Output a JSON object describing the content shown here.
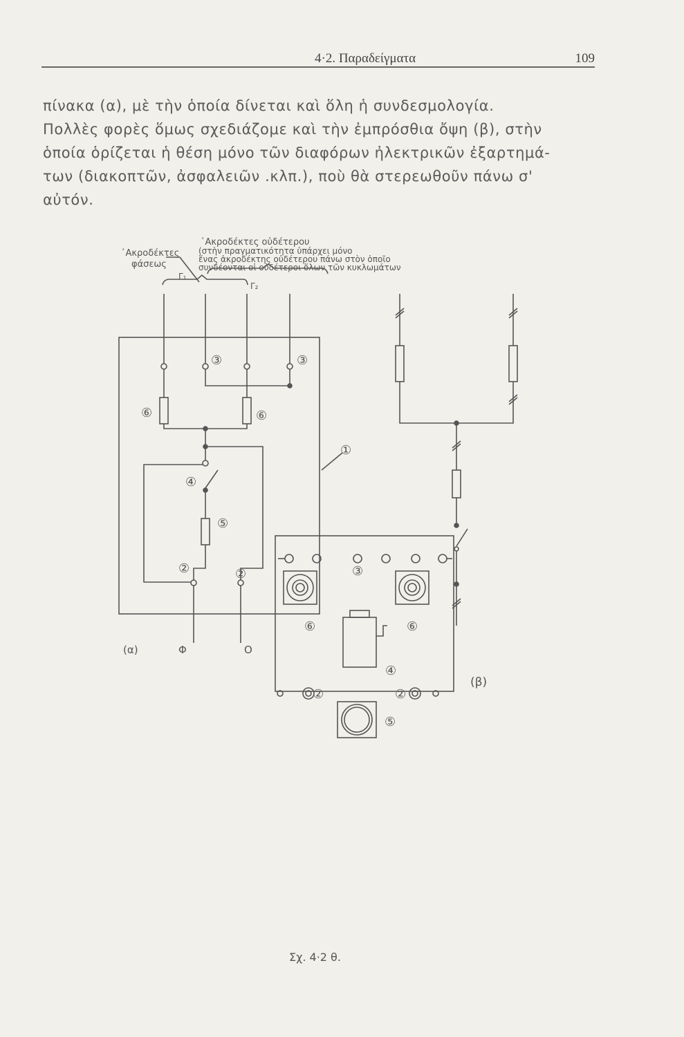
{
  "header": {
    "section_title": "4·2. Παραδείγματα",
    "page_number": "109"
  },
  "paragraph": [
    "πίνακα (α), μὲ τὴν ὁποία δίνεται καὶ ὅλη ἡ συνδεσμολογία.",
    "Πολλὲς φορὲς ὅμως σχεδιάζομε καὶ τὴν ἐμπρόσθια ὄψη (β), στὴν",
    "ὁποία ὁρίζεται ἡ θέση μόνο τῶν διαφόρων ἠλεκτρικῶν ἐξαρτημά-",
    "των (διακοπτῶν, ἀσφαλειῶν .κλπ.), ποὺ θὰ στερεωθοῦν πάνω σ'",
    "αὐτόν."
  ],
  "figure": {
    "neutral_label": [
      "᾿Ακροδέκτες οὐδέτερου",
      "(στὴν πραγματικότητα ὑπάρχει μόνο",
      "ἕνας ἀκροδέκτης οὐδέτερου πάνω στὸν ὁποῖο",
      "συνδέονται οἱ οὐδέτεροι ὅλων τῶν κυκλωμάτων"
    ],
    "phase_label": [
      "᾿Ακροδέκτες",
      "φάσεως"
    ],
    "g1": "Γ₁",
    "g2": "Γ₂",
    "n3": "③",
    "n6": "⑥",
    "n4": "④",
    "n5": "⑤",
    "n2": "②",
    "n1": "①",
    "part_a": "(α)",
    "part_b": "(β)",
    "phi": "Φ",
    "o": "O",
    "caption": "Σχ. 4·2 θ."
  }
}
